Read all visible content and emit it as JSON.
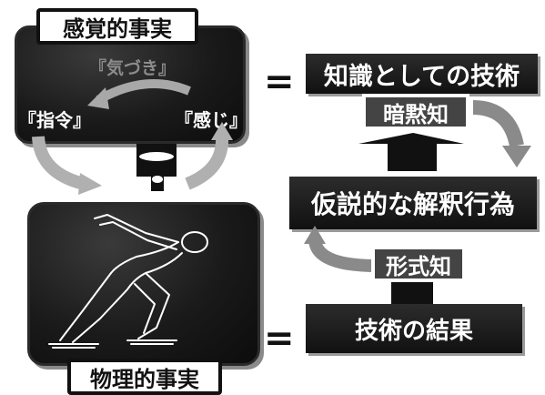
{
  "left_top": {
    "title": "感覚的事実",
    "notice": "『気づき』",
    "command": "『指令』",
    "feeling": "『感じ』"
  },
  "left_bottom": {
    "title": "物理的事実"
  },
  "right": {
    "technique_as_knowledge": "知識としての技術",
    "tacit_knowledge": "暗黙知",
    "hypothetical_interpretation": "仮説的な解釈行為",
    "explicit_knowledge": "形式知",
    "result_of_technique": "技術の結果"
  },
  "equals_top": "=",
  "equals_bottom": "="
}
